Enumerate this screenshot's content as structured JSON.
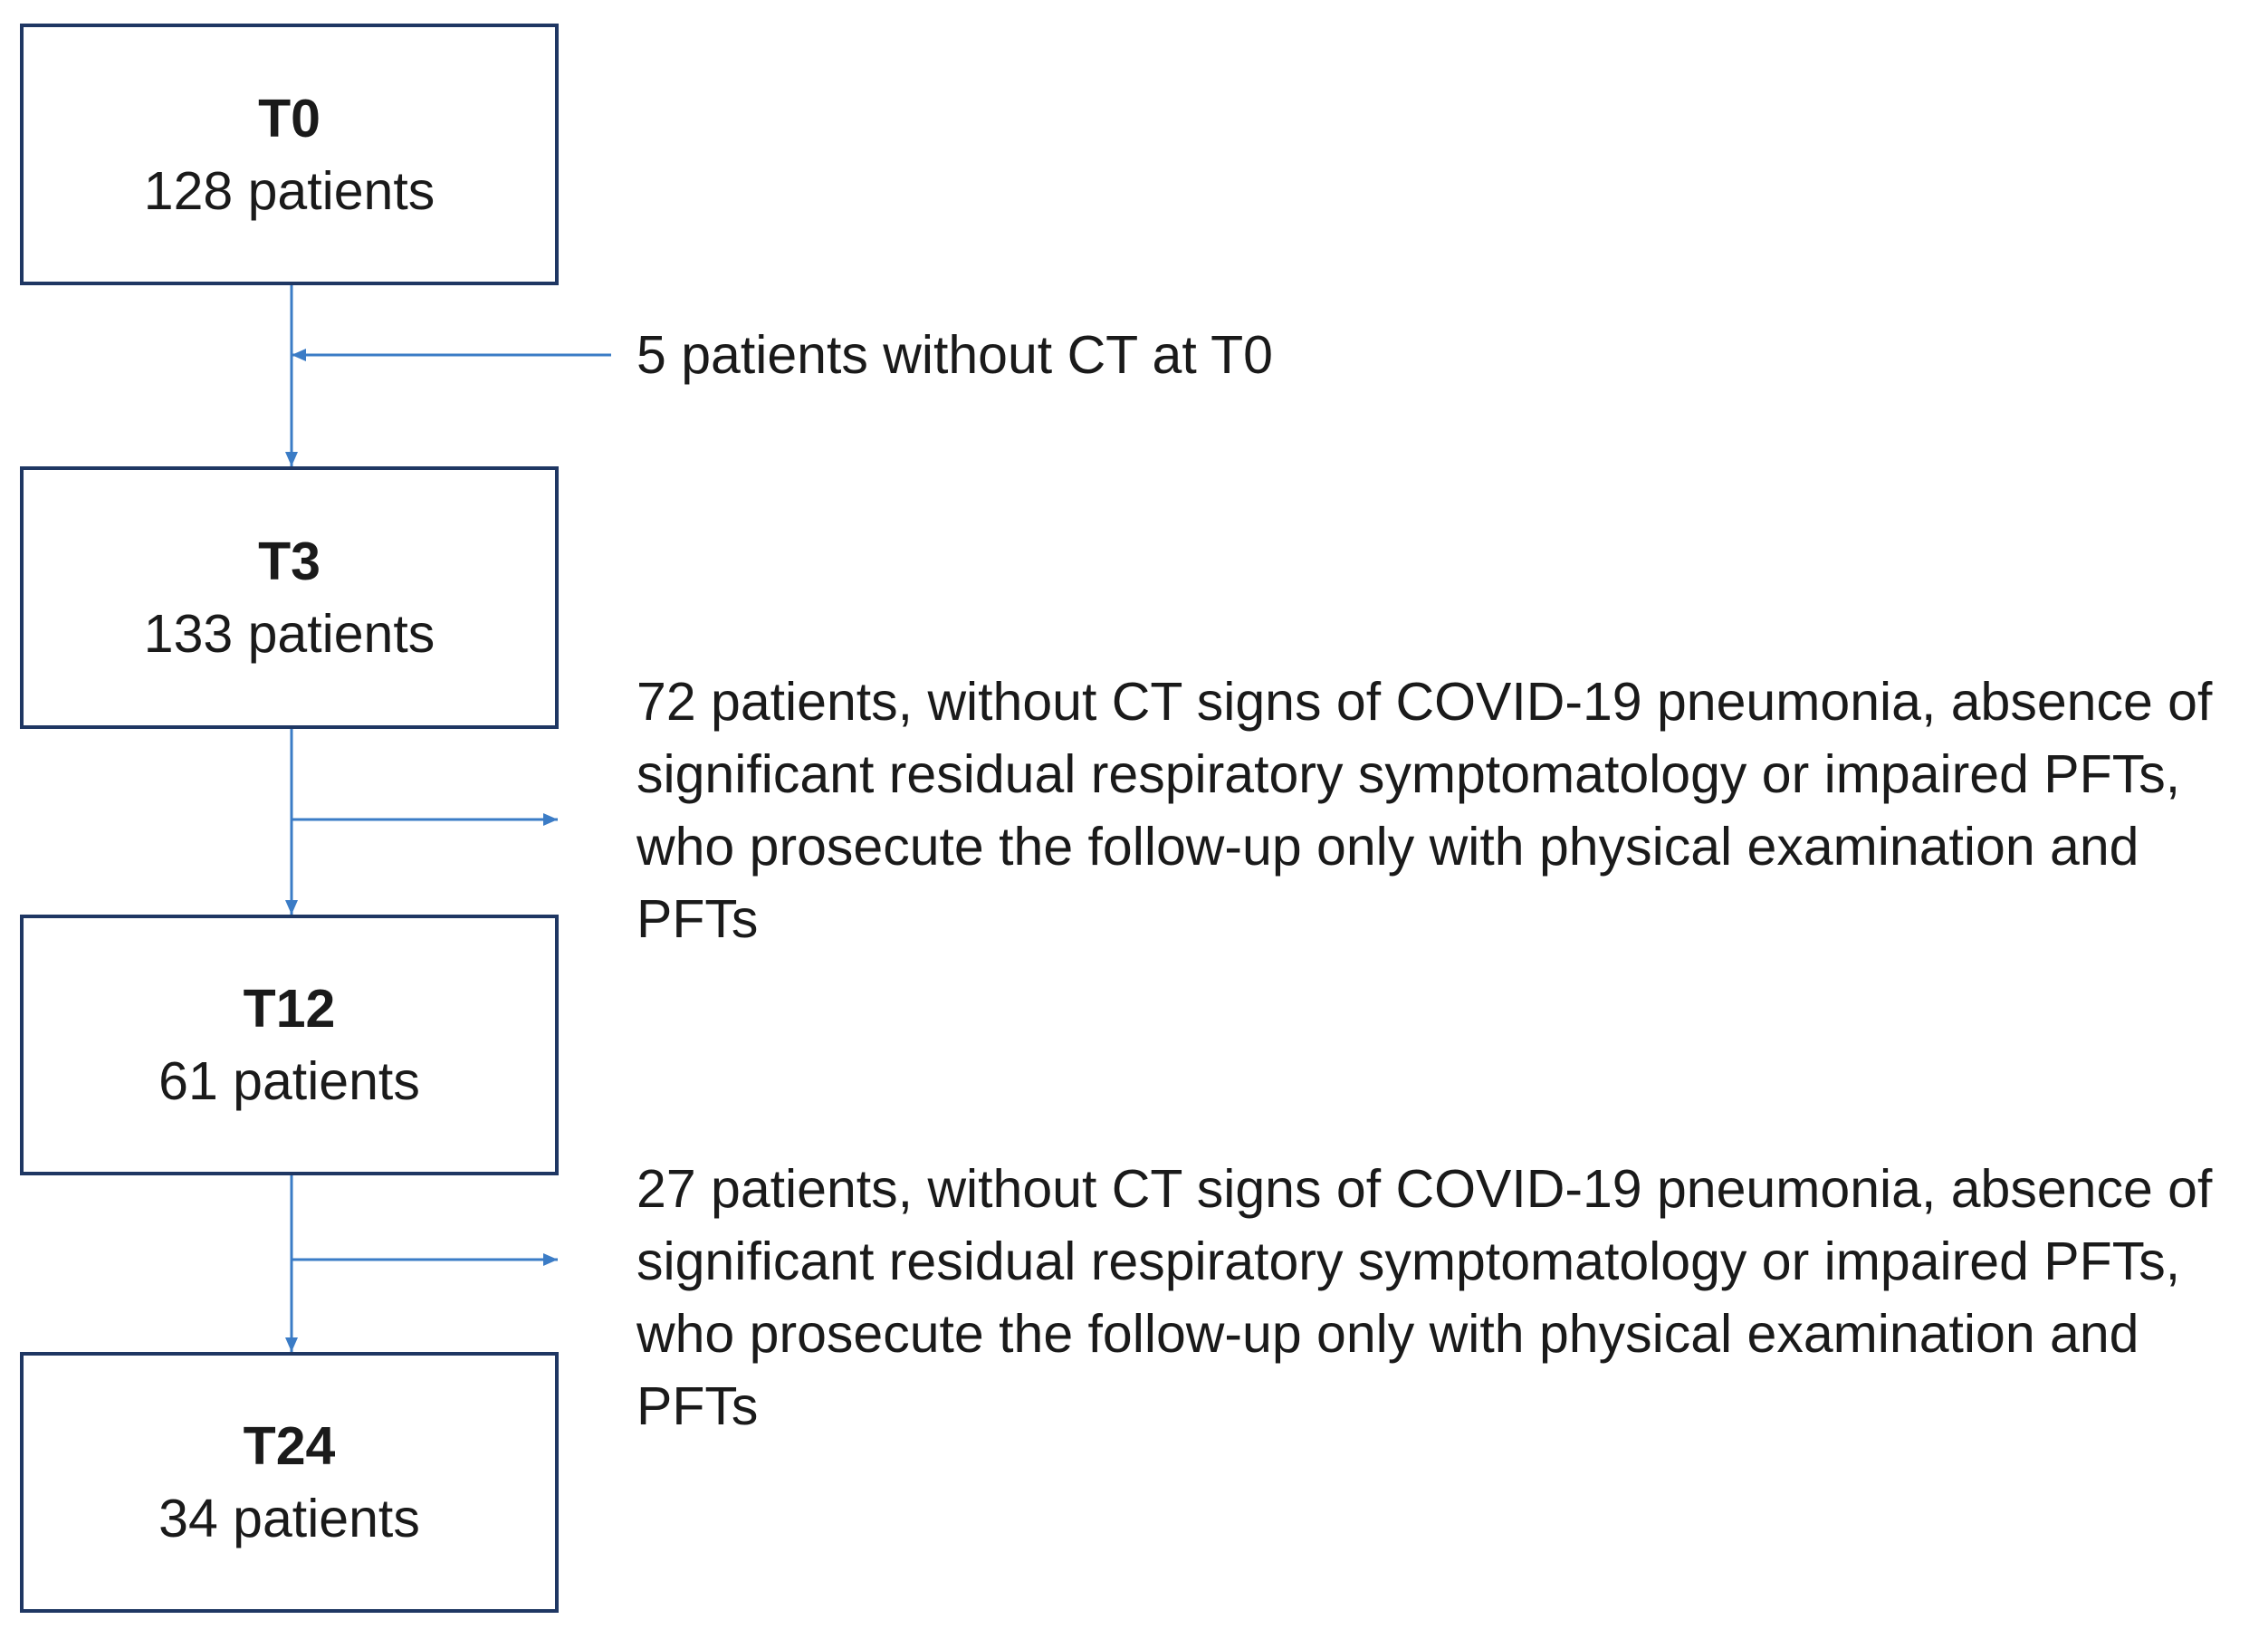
{
  "boxes": [
    {
      "title": "T0",
      "count": "128 patients"
    },
    {
      "title": "T3",
      "count": "133 patients"
    },
    {
      "title": "T12",
      "count": "61 patients"
    },
    {
      "title": "T24",
      "count": "34 patients"
    }
  ],
  "exclusions": [
    {
      "lines": [
        "5 patients without CT at T0"
      ]
    },
    {
      "lines": [
        "72 patients, without CT signs of COVID-19 pneumonia, absence of",
        "significant residual respiratory symptomatology or impaired PFTs,",
        "who prosecute the follow-up only with physical examination and",
        "PFTs"
      ]
    },
    {
      "lines": [
        "27 patients, without CT signs of COVID-19 pneumonia, absence of",
        "significant residual respiratory symptomatology or impaired PFTs,",
        "who prosecute the follow-up only with physical examination and",
        "PFTs"
      ]
    }
  ],
  "colors": {
    "arrow": "#3B7CC6",
    "box_border": "#1F3763",
    "text": "#1A1A1A"
  }
}
